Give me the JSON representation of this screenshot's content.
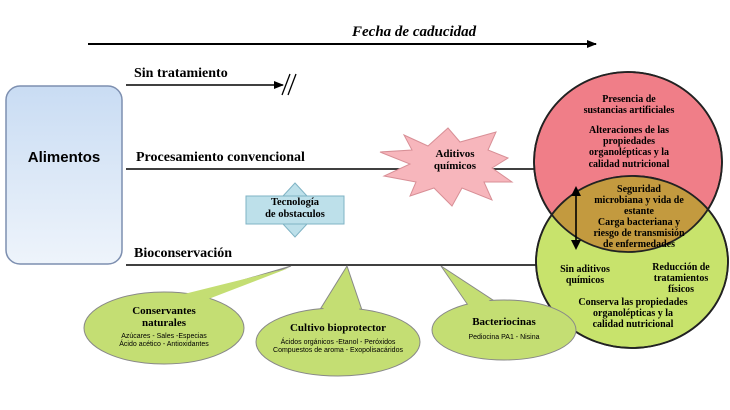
{
  "title": "Fecha de caducidad",
  "food": "Alimentos",
  "routes": {
    "none": "Sin tratamiento",
    "conventional": "Procesamiento convencional",
    "bio": "Bioconservación"
  },
  "additives": [
    "Aditivos",
    "químicos"
  ],
  "hurdle": [
    "Tecnología",
    "de obstaculos"
  ],
  "red_circle": {
    "items": [
      [
        "Presencia de",
        "sustancias artificiales"
      ],
      [
        "Alteraciones de las",
        "propiedades",
        "organolépticas y la",
        "calidad nutricional"
      ]
    ]
  },
  "overlap": {
    "items": [
      [
        "Seguridad",
        "microbiana y vida de",
        "estante"
      ],
      [
        "Carga bacteriana y",
        "riesgo de transmisión",
        "de enfermedades"
      ]
    ]
  },
  "green_circle": {
    "items": [
      [
        "Sin aditivos",
        "químicos"
      ],
      [
        "Reducción de",
        "tratamientos",
        "físicos"
      ],
      [
        "Conserva las propiedades",
        "organolépticas y la",
        "calidad nutricional"
      ]
    ]
  },
  "bubbles": [
    {
      "title": [
        "Conservantes",
        "naturales"
      ],
      "sub": [
        "Azúcares - Sales -Especias",
        "Ácido acético - Antioxidantes"
      ]
    },
    {
      "title": [
        "Cultivo bioprotector"
      ],
      "sub": [
        "Ácidos orgánicos -Etanol - Peróxidos",
        "Compuestos de aroma - Exopolisacáridos"
      ]
    },
    {
      "title": [
        "Bacteriocinas"
      ],
      "sub": [
        "Pediocina PA1 - Nisina"
      ]
    }
  ],
  "colors": {
    "food_box_top": "#c9dcf3",
    "food_box_bottom": "#eef4fb",
    "red_circle": "#f07e88",
    "green_circle": "#c8e36c",
    "overlap": "#c39a3f",
    "bubble": "#c4de73",
    "star": "#f7b6bc",
    "hurdle_arrow": "#bde0ea"
  }
}
